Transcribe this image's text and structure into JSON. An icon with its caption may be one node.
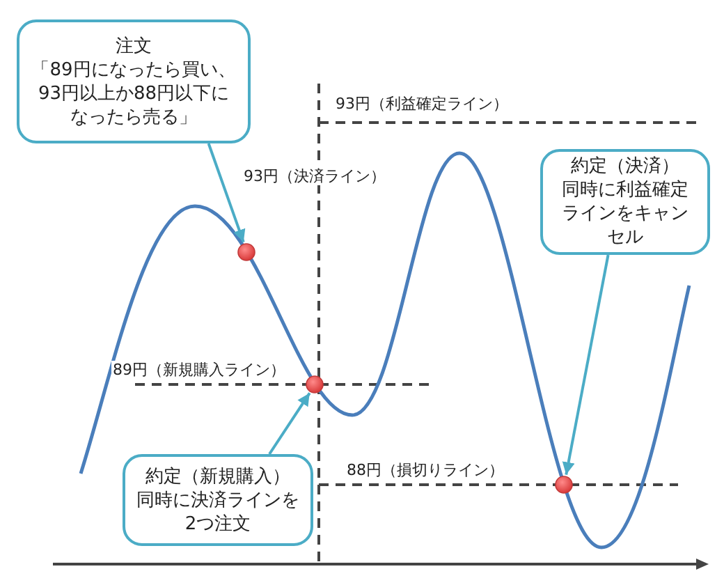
{
  "diagram": {
    "nodes": [
      {
        "text": [
          "注文",
          "「89円になったら買い、93円以上か88円以下になったら売る」"
        ]
      },
      {
        "text": [],
        "shape": "circle"
      },
      {
        "text": [
          "約定（新規購入）",
          "同時に決済ラインを2つ注文"
        ]
      },
      {
        "text": [],
        "shape": "circle"
      },
      {
        "text": [
          "約定（決済）",
          "同時に利益確定ラインをキャンセル"
        ]
      },
      {
        "text": [],
        "shape": "circle"
      }
    ],
    "edges": [
      {
        "from": 0,
        "to": 1,
        "arrow": "to"
      },
      {
        "from": 2,
        "to": 3,
        "arrow": "to"
      },
      {
        "from": 4,
        "to": 5,
        "arrow": "to"
      }
    ],
    "labels": [
      "93円（利益確定ライン）",
      "93円（決済ライン）",
      "89円（新規購入ライン）",
      "88円（損切りライン）"
    ]
  }
}
